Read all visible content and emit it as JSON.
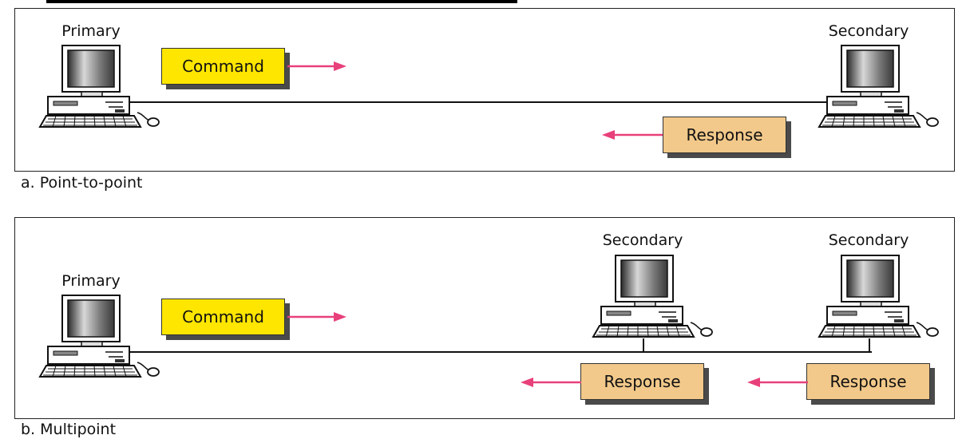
{
  "panel_a": {
    "caption": "a. Point-to-point",
    "primary_label": "Primary",
    "secondary_label": "Secondary",
    "command_label": "Command",
    "response_label": "Response"
  },
  "panel_b": {
    "caption": "b. Multipoint",
    "primary_label": "Primary",
    "secondary_1_label": "Secondary",
    "secondary_2_label": "Secondary",
    "command_label": "Command",
    "response_1_label": "Response",
    "response_2_label": "Response"
  },
  "colors": {
    "command_fill": "#ffe600",
    "response_fill": "#f2c98a",
    "arrow": "#e8407a"
  },
  "icons": [
    "computer-icon",
    "arrow-right-icon",
    "arrow-left-icon"
  ]
}
